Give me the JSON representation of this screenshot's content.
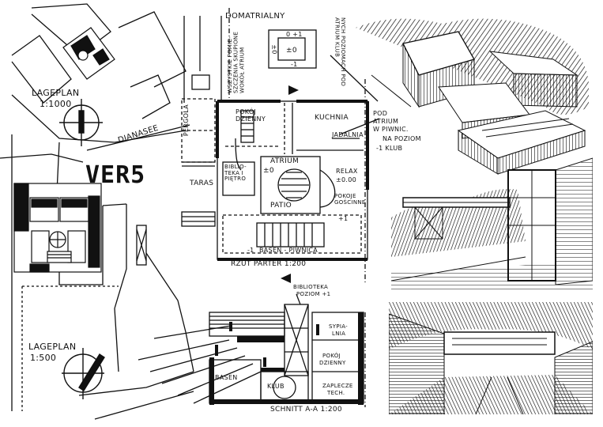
{
  "site_plan": {
    "lageplan_1000_title": "LAGEPLAN",
    "lageplan_1000_scale": "1:1000",
    "street_name": "DIANASEE",
    "lageplan_500_title": "LAGEPLAN",
    "lageplan_500_scale": "1:500"
  },
  "version_label": "VER5",
  "floor_plan": {
    "domatrialny": "DOMATRIALNY",
    "mini_plan_levels": [
      "0 +1",
      "±0",
      "-1",
      "±0"
    ],
    "note_left": "WSZYSTKIE POMIE-SZCZENIA SKUPIONE WOKÓŁ ATRIUM",
    "note_right": "NYCH POZIOMACH POD ATRIUM KLUB",
    "pergola": "PERGOLA",
    "pokoj_dzienny": "POKÓJ DZIENNY",
    "kuchnia": "KUCHNIA",
    "jadalnia": "JADALNIA",
    "atrium": "ATRIUM",
    "atrium_level": "±0",
    "biblioteka": "BIBLIO-TEKA I PIĘTRO",
    "relax": "RELAX",
    "relax_level": "±0.00",
    "taras": "TARAS",
    "patio": "PATIO",
    "pokoje_goscinne": "POKOJE GOŚCINNE",
    "pokoje_level": "+1",
    "basen": "BASEN - PIWNICA",
    "basen_level": "-1",
    "title": "RZUT PARTER 1:200"
  },
  "atrium_note": [
    "POD",
    "ATRIUM",
    "W PIWNIC.",
    "NA POZIOM",
    "-1 KLUB"
  ],
  "section": {
    "biblioteka_poziom": [
      "BIBLIOTEKA",
      "POZIOM +1"
    ],
    "sypialnia": [
      "SYPIA-",
      "LNIA"
    ],
    "pokoj_dzienny": [
      "POKÓJ",
      "DZIENNY"
    ],
    "basen": "BASEN",
    "klub": "KLUB",
    "zaplecze": [
      "ZAPLECZE",
      "TECH."
    ],
    "title": "SCHNITT A-A 1:200"
  },
  "icons": [
    "north-arrow-icon",
    "section-marker-icon"
  ],
  "colors": {
    "ink": "#111111",
    "paper": "#ffffff"
  }
}
